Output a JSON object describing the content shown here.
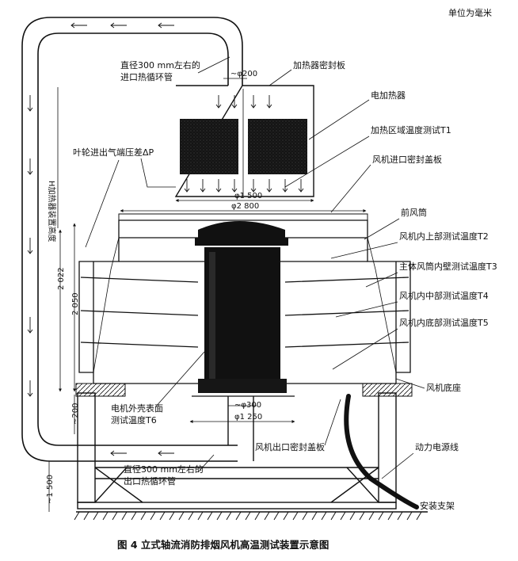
{
  "unit_note": "单位为毫米",
  "caption": "图 4   立式轴流消防排烟风机高温测试装置示意图",
  "labels": {
    "inlet_pipe_line1": "直径300 mm左右的",
    "inlet_pipe_line2": "进口热循环管",
    "phi200": "~φ200",
    "heater_seal": "加热器密封板",
    "electric_heater": "电加热器",
    "heating_zone_t1": "加热区域温度测试T1",
    "fan_inlet_seal": "风机进口密封盖板",
    "impeller_dp": "叶轮进出气端压差ΔP",
    "heater_height": "H加热器装置高度",
    "phi1500": "φ1 500",
    "phi2800": "φ2 800",
    "front_duct": "前风筒",
    "upper_t2": "风机内上部测试温度T2",
    "wall_t3": "主体风筒内壁测试温度T3",
    "middle_t4": "风机内中部测试温度T4",
    "bottom_t5": "风机内底部测试温度T5",
    "dim2022": "2 022",
    "dim2050": "2 050",
    "motor_t6_line1": "电机外壳表面",
    "motor_t6_line2": "测试温度T6",
    "phi300": "~φ300",
    "phi1250": "φ1 250",
    "dim200": "~200",
    "fan_base": "风机底座",
    "outlet_seal": "风机出口密封盖板",
    "power_cable": "动力电源线",
    "outlet_pipe_line1": "直径300 mm左右的",
    "outlet_pipe_line2": "出口热循环管",
    "dim1500": "~1 500",
    "support": "安装支架"
  }
}
